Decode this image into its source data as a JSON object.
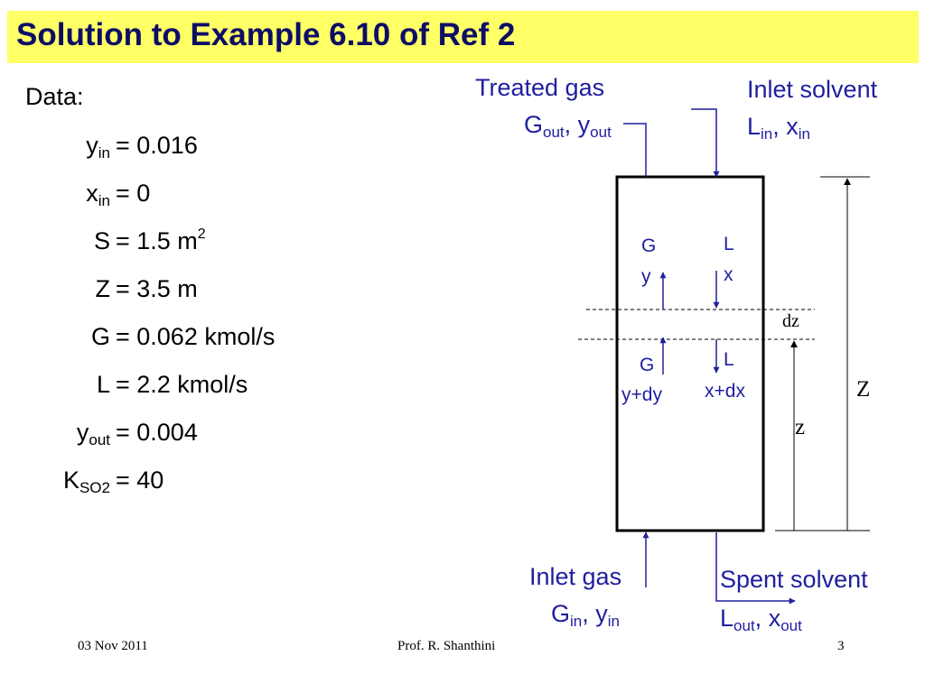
{
  "title": "Solution to Example 6.10 of Ref 2",
  "data_heading": "Data:",
  "data_rows": [
    {
      "symbol": "y",
      "sub": "in",
      "value": "= 0.016",
      "sup": ""
    },
    {
      "symbol": "x",
      "sub": "in",
      "value": "= 0",
      "sup": ""
    },
    {
      "symbol": "S",
      "sub": "",
      "value": "= 1.5 m",
      "sup": "2"
    },
    {
      "symbol": "Z",
      "sub": "",
      "value": "= 3.5 m",
      "sup": ""
    },
    {
      "symbol": "G",
      "sub": "",
      "value": "= 0.062 kmol/s",
      "sup": ""
    },
    {
      "symbol": "L",
      "sub": "",
      "value": "= 2.2 kmol/s",
      "sup": ""
    },
    {
      "symbol": "y",
      "sub": "out",
      "value": "= 0.004",
      "sup": ""
    },
    {
      "symbol": "K",
      "sub": "SO2",
      "value": "= 40",
      "sup": ""
    }
  ],
  "diagram": {
    "treated_gas": {
      "line1": "Treated gas",
      "sym1": "G",
      "sub1": "out",
      "sep": ", ",
      "sym2": "y",
      "sub2": "out"
    },
    "inlet_solvent": {
      "line1": "Inlet solvent",
      "sym1": "L",
      "sub1": "in",
      "sep": ", ",
      "sym2": "x",
      "sub2": "in"
    },
    "inlet_gas": {
      "line1": "Inlet gas",
      "sym1": "G",
      "sub1": "in",
      "sep": ", ",
      "sym2": "y",
      "sub2": "in"
    },
    "spent_solvent": {
      "line1": "Spent solvent",
      "sym1": "L",
      "sub1": "out",
      "sep": ", ",
      "sym2": "x",
      "sub2": "out"
    },
    "upper_gas": {
      "flow": "G",
      "comp": "y"
    },
    "upper_liquid": {
      "flow": "L",
      "comp": "x"
    },
    "lower_gas": {
      "flow": "G",
      "comp": "y+dy"
    },
    "lower_liquid": {
      "flow": "L",
      "comp": "x+dx"
    },
    "dz_label": "dz",
    "big_z_label": "Z",
    "small_z_label": "z"
  },
  "footer": {
    "date": "03 Nov 2011",
    "author": "Prof. R. Shanthini",
    "page": "3"
  },
  "colors": {
    "title_bg": "#ffff66",
    "title_text": "#0d0d66",
    "label_blue": "#1f1f9e",
    "arrow_blue": "#1f1f9e"
  }
}
